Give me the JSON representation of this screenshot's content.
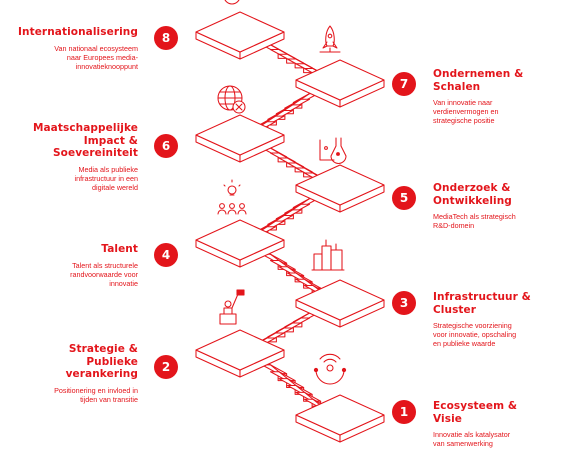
{
  "steps": [
    {
      "num": "1",
      "title": [
        "Ecosysteem &",
        "Visie"
      ],
      "desc": [
        "Innovatie als katalysator",
        "van samenwerking"
      ],
      "icon": "network-icon"
    },
    {
      "num": "2",
      "title": [
        "Strategie &",
        "Publieke",
        "verankering"
      ],
      "desc": [
        "Positionering en invloed in",
        "tijden van transitie"
      ],
      "icon": "flag-podium-icon"
    },
    {
      "num": "3",
      "title": [
        "Infrastructuur &",
        "Cluster"
      ],
      "desc": [
        "Strategische voorziening",
        "voor innovatie, opschaling",
        "en publieke waarde"
      ],
      "icon": "city-buildings-icon"
    },
    {
      "num": "4",
      "title": [
        "Talent"
      ],
      "desc": [
        "Talent als structurele",
        "randvoorwaarde voor",
        "innovatie"
      ],
      "icon": "people-idea-icon"
    },
    {
      "num": "5",
      "title": [
        "Onderzoek &",
        "Ontwikkeling"
      ],
      "desc": [
        "MediaTech als strategisch",
        "R&D-domein"
      ],
      "icon": "lab-flask-icon"
    },
    {
      "num": "6",
      "title": [
        "Maatschappelijke",
        "Impact &",
        "Soevereiniteit"
      ],
      "desc": [
        "Media als publieke",
        "infrastructuur in een",
        "digitale wereld"
      ],
      "icon": "globe-shield-icon"
    },
    {
      "num": "7",
      "title": [
        "Ondernemen &",
        "Schalen"
      ],
      "desc": [
        "Van innovatie naar",
        "verdienvermogen en",
        "strategische positie"
      ],
      "icon": "rocket-icon"
    },
    {
      "num": "8",
      "title": [
        "Internationalisering"
      ],
      "desc": [
        "Van nationaal ecosysteem",
        "naar Europees media-",
        "innovatieknooppunt"
      ],
      "icon": "globe-icon"
    }
  ],
  "colors": {
    "accent": "#e3151b"
  }
}
